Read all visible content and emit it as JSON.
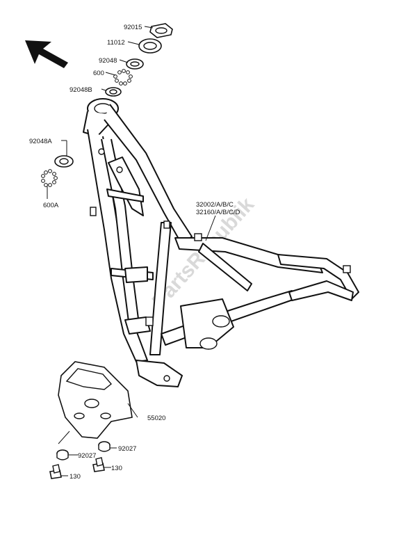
{
  "diagram": {
    "watermark": "PartsRepublik",
    "labels": {
      "p92015": "92015",
      "p11012": "11012",
      "p92048": "92048",
      "p600": "600",
      "p92048B": "92048B",
      "p92048A": "92048A",
      "p600A": "600A",
      "p32002": "32002/A/B/C",
      "p32160": "32160/A/B/C/D",
      "p55020": "55020",
      "p92027_left": "92027",
      "p92027_right": "92027",
      "p130_left": "130",
      "p130_right": "130"
    },
    "icons": {
      "direction_arrow": "front-direction-arrow-icon"
    }
  }
}
